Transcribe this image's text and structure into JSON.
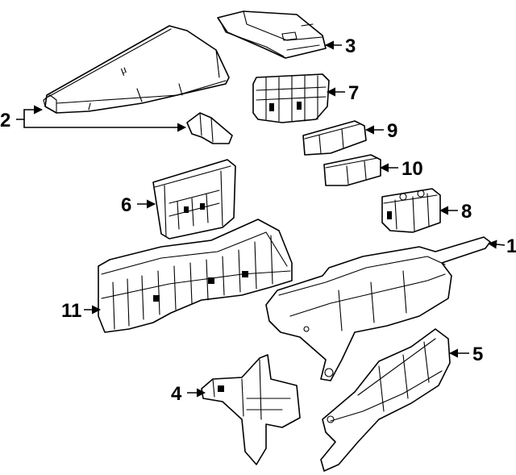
{
  "callouts": {
    "c1": "1",
    "c2": "2",
    "c3": "3",
    "c4": "4",
    "c5": "5",
    "c6": "6",
    "c7": "7",
    "c8": "8",
    "c9": "9",
    "c10": "10",
    "c11": "11"
  },
  "cover_marking": "μ"
}
